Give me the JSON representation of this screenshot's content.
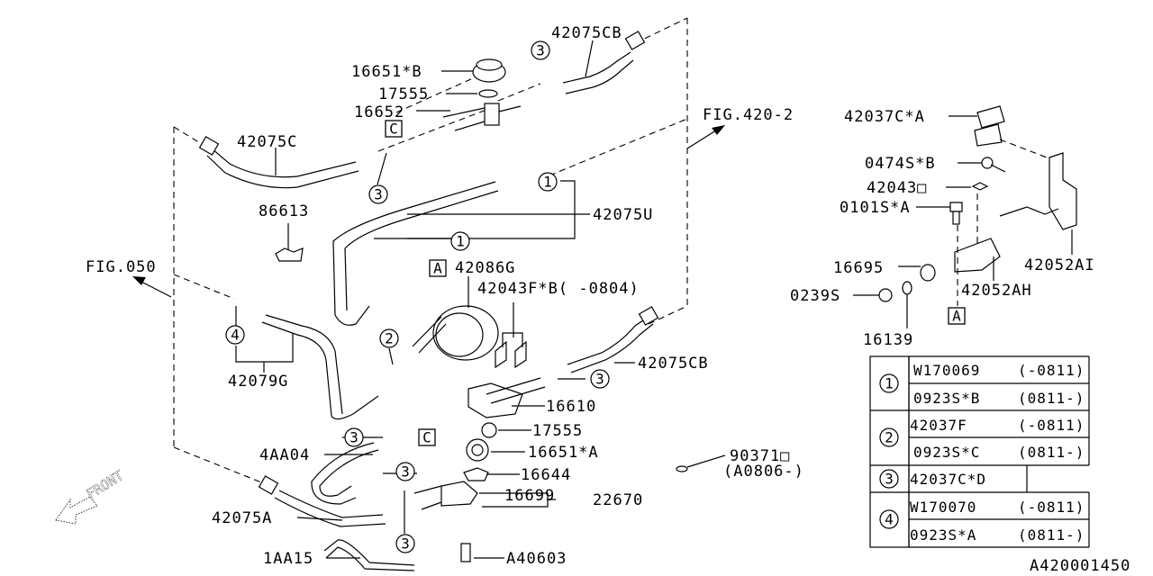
{
  "diagram": {
    "figure_id": "A420001450",
    "references": {
      "fig_420_2": "FIG.420-2",
      "fig_050": "FIG.050",
      "front": "FRONT"
    },
    "parts": {
      "p42075CB_top": "42075CB",
      "p16651B": "16651*B",
      "p17555_top": "17555",
      "p16652": "16652",
      "p42075C": "42075C",
      "p86613": "86613",
      "p42075U": "42075U",
      "p42086G": "42086G",
      "p42043FB": "42043F*B( -0804)",
      "p42079G": "42079G",
      "p42075CB_mid": "42075CB",
      "p16610": "16610",
      "p17555_bot": "17555",
      "p16651A": "16651*A",
      "p4AA04": "4AA04",
      "p16644": "16644",
      "p16699": "16699",
      "p22670": "22670",
      "p42075A": "42075A",
      "p1AA15": "1AA15",
      "pA40603": "A40603",
      "p90371": "90371□",
      "p90371_note": "(A0806-)",
      "p42037CA": "42037C*A",
      "p0474SB": "0474S*B",
      "p42043": "42043□",
      "p0101SA": "0101S*A",
      "p16695": "16695",
      "p0239S": "0239S",
      "p16139": "16139",
      "p42052AH": "42052AH",
      "p42052AI": "42052AI"
    },
    "callouts": {
      "c1": "1",
      "c2": "2",
      "c3": "3",
      "c4": "4",
      "boxA": "A",
      "boxC": "C"
    },
    "legend_table": {
      "rows": [
        {
          "key": "1",
          "entries": [
            {
              "part": "W170069",
              "range": "(-0811)"
            },
            {
              "part": "0923S*B",
              "range": "(0811-)"
            }
          ]
        },
        {
          "key": "2",
          "entries": [
            {
              "part": "42037F",
              "range": "(-0811)"
            },
            {
              "part": "0923S*C",
              "range": "(0811-)"
            }
          ]
        },
        {
          "key": "3",
          "entries": [
            {
              "part": "42037C*D",
              "range": ""
            }
          ]
        },
        {
          "key": "4",
          "entries": [
            {
              "part": "W170070",
              "range": "(-0811)"
            },
            {
              "part": "0923S*A",
              "range": "(0811-)"
            }
          ]
        }
      ]
    }
  }
}
